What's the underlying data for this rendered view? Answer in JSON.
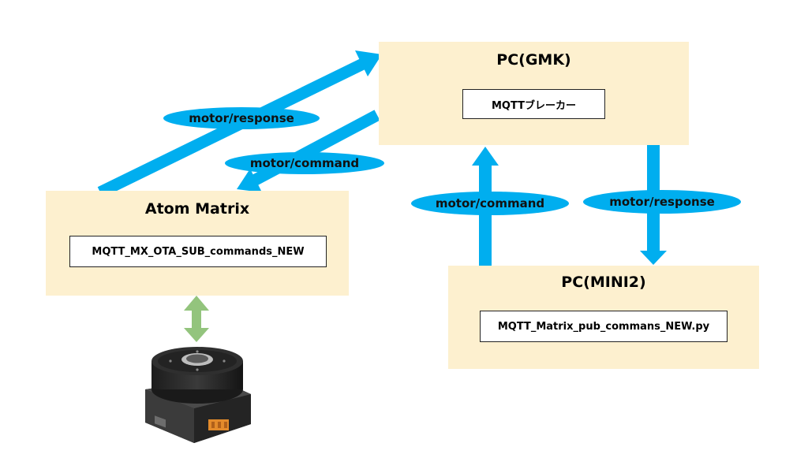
{
  "nodes": {
    "gmk": {
      "title": "PC(GMK)",
      "inner": "MQTTブレーカー"
    },
    "atom": {
      "title": "Atom Matrix",
      "inner": "MQTT_MX_OTA_SUB_commands_NEW"
    },
    "mini2": {
      "title": "PC(MINI2)",
      "inner": "MQTT_Matrix_pub_commans_NEW.py"
    }
  },
  "edges": {
    "atom_to_gmk": "motor/response",
    "gmk_to_atom": "motor/command",
    "mini2_to_gmk": "motor/command",
    "gmk_to_mini2": "motor/response"
  },
  "colors": {
    "node_bg": "#fdf0cf",
    "arrow": "#00aeef",
    "link": "#93c47d"
  },
  "device": "motor-unit-icon"
}
